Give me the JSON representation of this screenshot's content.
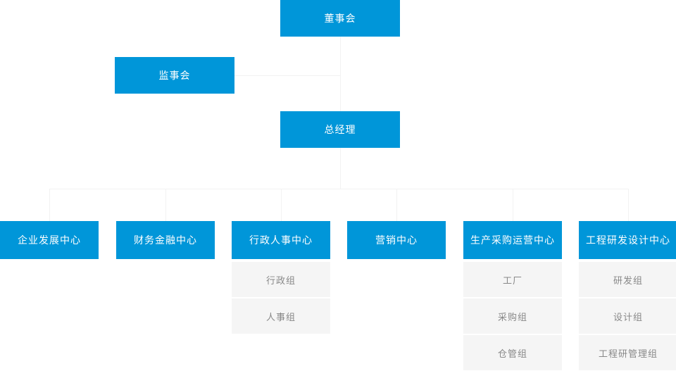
{
  "theme": {
    "box_blue": "#0096d9",
    "box_gray": "#f5f5f5",
    "text_on_blue": "#ffffff",
    "text_on_gray": "#888888",
    "line_color": "#f2f2f2",
    "page_background": "#ffffff"
  },
  "chart_data": {
    "type": "diagram",
    "diagram_kind": "organization-chart",
    "title": "",
    "nodes": [
      {
        "id": "board",
        "label": "董事会",
        "level": 0,
        "style": "blue"
      },
      {
        "id": "supervisor",
        "label": "监事会",
        "level": 1,
        "style": "blue"
      },
      {
        "id": "gm",
        "label": "总经理",
        "level": 1,
        "style": "blue"
      },
      {
        "id": "dept1",
        "label": "企业发展中心",
        "level": 2,
        "style": "blue"
      },
      {
        "id": "dept2",
        "label": "财务金融中心",
        "level": 2,
        "style": "blue"
      },
      {
        "id": "dept3",
        "label": "行政人事中心",
        "level": 2,
        "style": "blue"
      },
      {
        "id": "dept4",
        "label": "营销中心",
        "level": 2,
        "style": "blue"
      },
      {
        "id": "dept5",
        "label": "生产采购运营中心",
        "level": 2,
        "style": "blue"
      },
      {
        "id": "dept6",
        "label": "工程研发设计中心",
        "level": 2,
        "style": "blue"
      },
      {
        "id": "d3s1",
        "label": "行政组",
        "level": 3,
        "style": "gray",
        "parent": "dept3"
      },
      {
        "id": "d3s2",
        "label": "人事组",
        "level": 3,
        "style": "gray",
        "parent": "dept3"
      },
      {
        "id": "d5s1",
        "label": "工厂",
        "level": 3,
        "style": "gray",
        "parent": "dept5"
      },
      {
        "id": "d5s2",
        "label": "采购组",
        "level": 3,
        "style": "gray",
        "parent": "dept5"
      },
      {
        "id": "d5s3",
        "label": "仓管组",
        "level": 3,
        "style": "gray",
        "parent": "dept5"
      },
      {
        "id": "d6s1",
        "label": "研发组",
        "level": 3,
        "style": "gray",
        "parent": "dept6"
      },
      {
        "id": "d6s2",
        "label": "设计组",
        "level": 3,
        "style": "gray",
        "parent": "dept6"
      },
      {
        "id": "d6s3",
        "label": "工程研管理组",
        "level": 3,
        "style": "gray",
        "parent": "dept6"
      }
    ],
    "edges": [
      {
        "from": "board",
        "to": "gm"
      },
      {
        "from": "board",
        "to": "supervisor"
      },
      {
        "from": "gm",
        "to": "dept1"
      },
      {
        "from": "gm",
        "to": "dept2"
      },
      {
        "from": "gm",
        "to": "dept3"
      },
      {
        "from": "gm",
        "to": "dept4"
      },
      {
        "from": "gm",
        "to": "dept5"
      },
      {
        "from": "gm",
        "to": "dept6"
      },
      {
        "from": "dept3",
        "to": "d3s1"
      },
      {
        "from": "dept3",
        "to": "d3s2"
      },
      {
        "from": "dept5",
        "to": "d5s1"
      },
      {
        "from": "dept5",
        "to": "d5s2"
      },
      {
        "from": "dept5",
        "to": "d5s3"
      },
      {
        "from": "dept6",
        "to": "d6s1"
      },
      {
        "from": "dept6",
        "to": "d6s2"
      },
      {
        "from": "dept6",
        "to": "d6s3"
      }
    ]
  },
  "chart": {
    "board": {
      "label": "董事会"
    },
    "supervisor": {
      "label": "监事会"
    },
    "gm": {
      "label": "总经理"
    },
    "departments": [
      {
        "label": "企业发展中心",
        "children": []
      },
      {
        "label": "财务金融中心",
        "children": []
      },
      {
        "label": "行政人事中心",
        "children": [
          "行政组",
          "人事组"
        ]
      },
      {
        "label": "营销中心",
        "children": []
      },
      {
        "label": "生产采购运营中心",
        "children": [
          "工厂",
          "采购组",
          "仓管组"
        ]
      },
      {
        "label": "工程研发设计中心",
        "children": [
          "研发组",
          "设计组",
          "工程研管理组"
        ]
      }
    ]
  }
}
